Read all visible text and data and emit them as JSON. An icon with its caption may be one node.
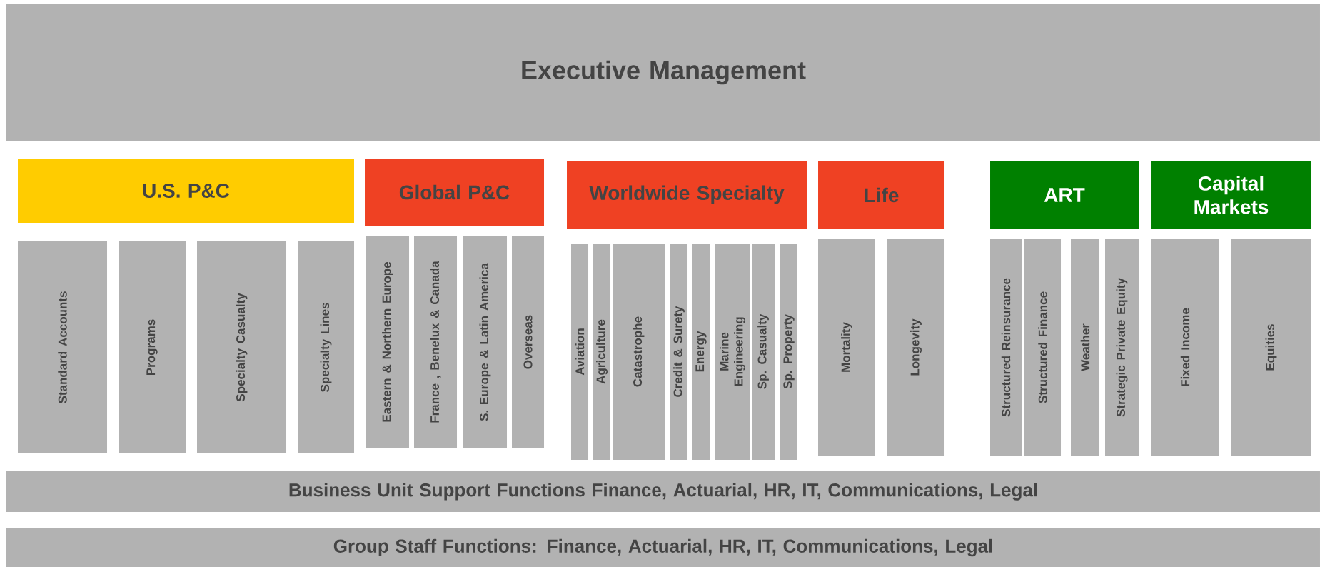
{
  "diagram": {
    "nodes": [
      {
        "text": [
          "Executive Management"
        ]
      },
      {
        "text": [
          "U.S.  P&C"
        ]
      },
      {
        "text": [
          "Global P&C"
        ]
      },
      {
        "text": [
          "Worldwide Specialty"
        ]
      },
      {
        "text": [
          "Life"
        ]
      },
      {
        "text": [
          "ART"
        ]
      },
      {
        "text": [
          "Capital Markets"
        ]
      },
      {
        "text": [
          "Standard Accounts"
        ]
      },
      {
        "text": [
          "Programs"
        ]
      },
      {
        "text": [
          "Specialty Casualty"
        ]
      },
      {
        "text": [
          "Specialty Lines"
        ]
      },
      {
        "text": [
          "Eastern & Northern Europe"
        ]
      },
      {
        "text": [
          "France , Benelux & Canada"
        ]
      },
      {
        "text": [
          "S. Europe & Latin America"
        ]
      },
      {
        "text": [
          "Overseas"
        ]
      },
      {
        "text": [
          "Aviation"
        ]
      },
      {
        "text": [
          "Agriculture"
        ]
      },
      {
        "text": [
          "Catastrophe"
        ]
      },
      {
        "text": [
          "Credit  & Surety"
        ]
      },
      {
        "text": [
          "Energy"
        ]
      },
      {
        "text": [
          "Marine",
          "Engineering"
        ]
      },
      {
        "text": [
          "Sp. Casualty"
        ]
      },
      {
        "text": [
          "Sp. Property"
        ]
      },
      {
        "text": [
          "Mortality"
        ]
      },
      {
        "text": [
          "Longevity"
        ]
      },
      {
        "text": [
          "Structured Reinsurance"
        ]
      },
      {
        "text": [
          "Structured Finance"
        ]
      },
      {
        "text": [
          "Weather"
        ]
      },
      {
        "text": [
          "Strategic Private Equity"
        ]
      },
      {
        "text": [
          "Fixed Income"
        ]
      },
      {
        "text": [
          "Equities"
        ]
      },
      {
        "text": [
          "Business Unit Support Functions Finance, Actuarial, HR, IT, Communications, Legal"
        ]
      },
      {
        "text": [
          "Group Staff Functions:  Finance, Actuarial, HR, IT, Communications, Legal"
        ]
      }
    ]
  }
}
